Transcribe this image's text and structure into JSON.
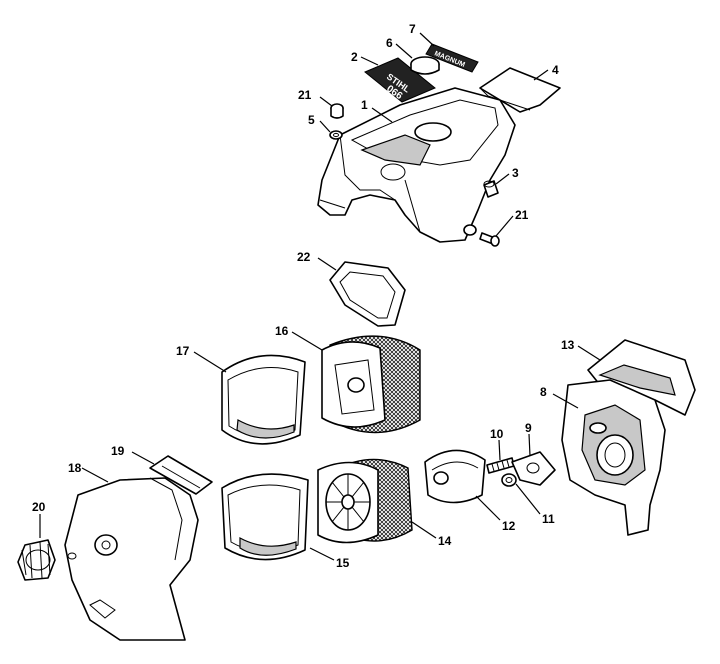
{
  "diagram": {
    "callouts": [
      "7",
      "6",
      "2",
      "4",
      "21",
      "1",
      "5",
      "3",
      "21",
      "22",
      "16",
      "17",
      "13",
      "8",
      "10",
      "9",
      "19",
      "18",
      "12",
      "11",
      "20",
      "14",
      "15"
    ],
    "logos": {
      "stihl_plate": "STIHL",
      "model_plate": "066",
      "magnum_plate": "MAGNUM"
    }
  }
}
